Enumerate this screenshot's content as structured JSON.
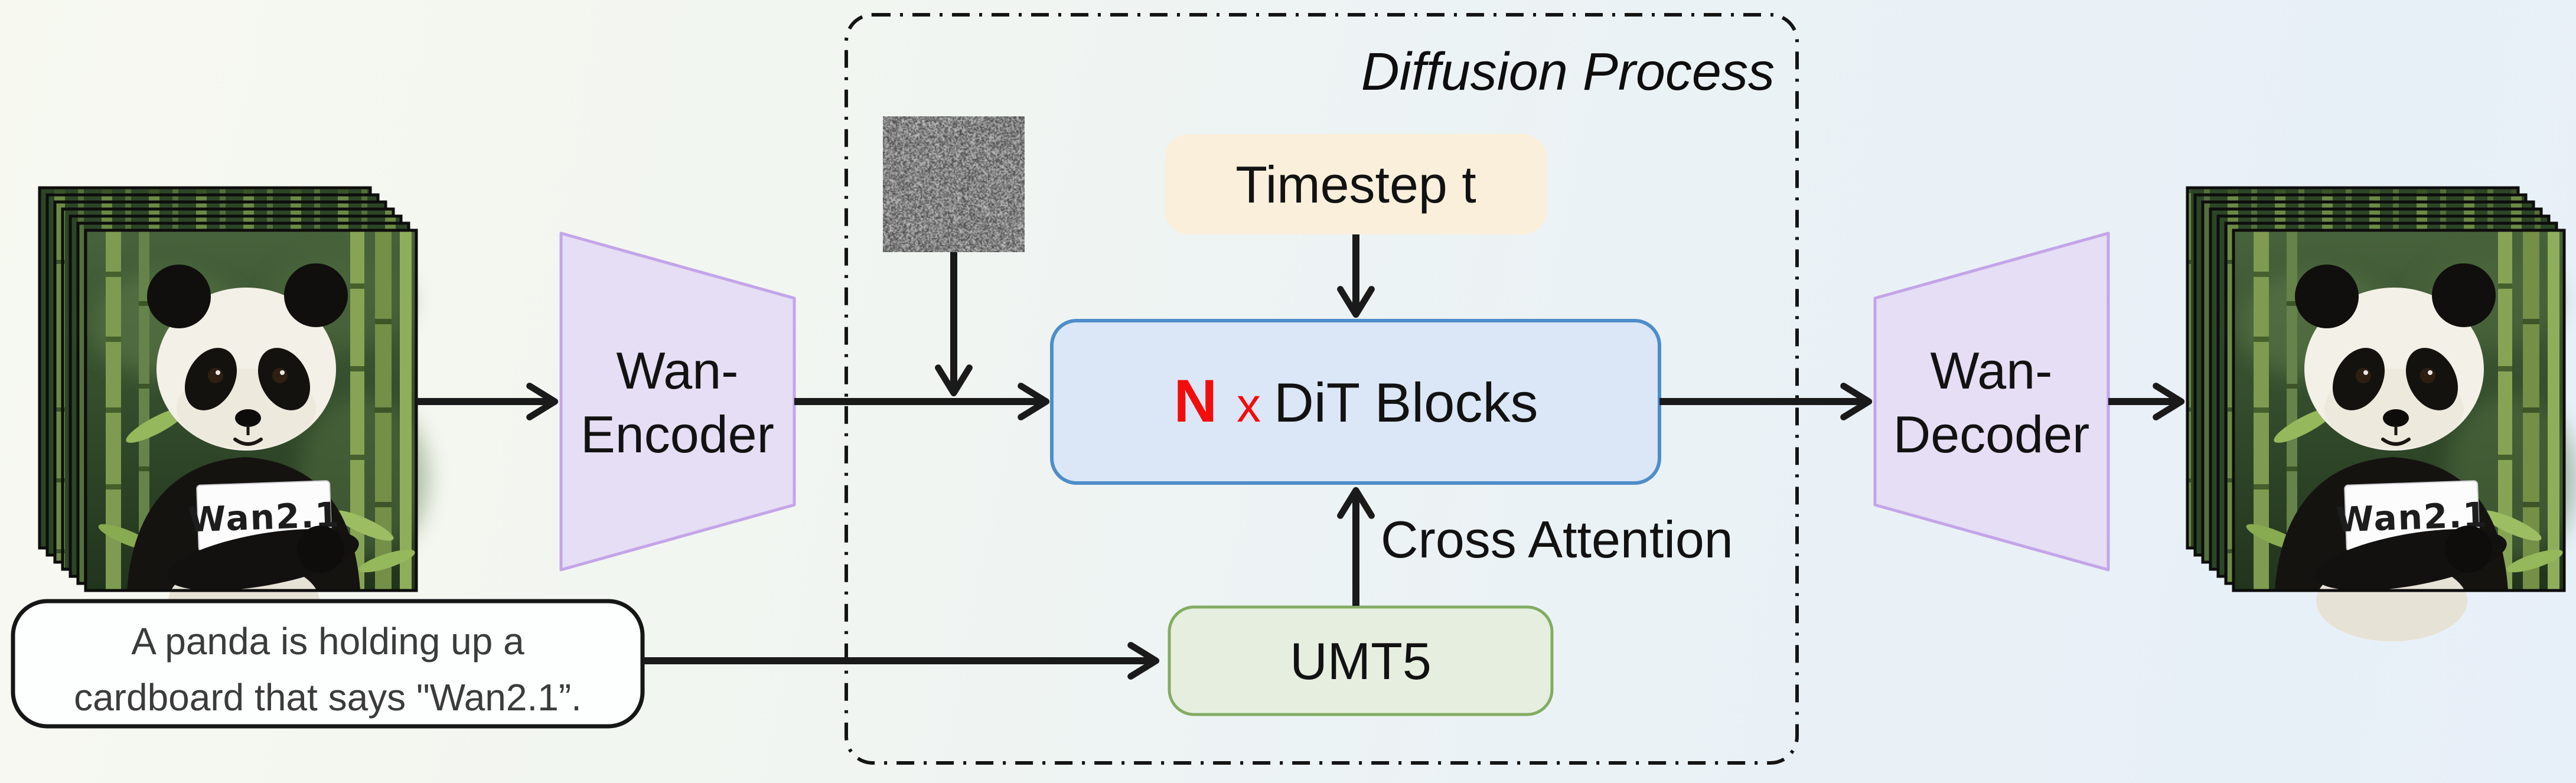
{
  "figure": {
    "diffusion_title": "Diffusion Process",
    "dit": {
      "n": "N",
      "times": "x",
      "blocks": "DiT Blocks"
    },
    "timestep_label": "Timestep t",
    "umt5_label": "UMT5",
    "cross_attention_label": "Cross Attention",
    "encoder": {
      "line1": "Wan-",
      "line2": "Encoder"
    },
    "decoder": {
      "line1": "Wan-",
      "line2": "Decoder"
    },
    "prompt": {
      "line1": "A panda is holding up a",
      "line2": "cardboard that says \"Wan2.1”."
    },
    "sign_text": "Wan2.1",
    "frame_count": 7
  },
  "colors": {
    "arrow": "#1a1a1a",
    "dit_fill": "#dbe7f6",
    "dit_border": "#4e8dc9",
    "n_red": "#f20d0d",
    "timestep_fill": "#f9efdb",
    "umt5_fill": "#e6efdf",
    "umt5_border": "#82ac63",
    "vae_fill": "#e5def4",
    "vae_border": "#c3a5e8",
    "bubble_border": "#161616",
    "dashed_border": "#141414"
  }
}
